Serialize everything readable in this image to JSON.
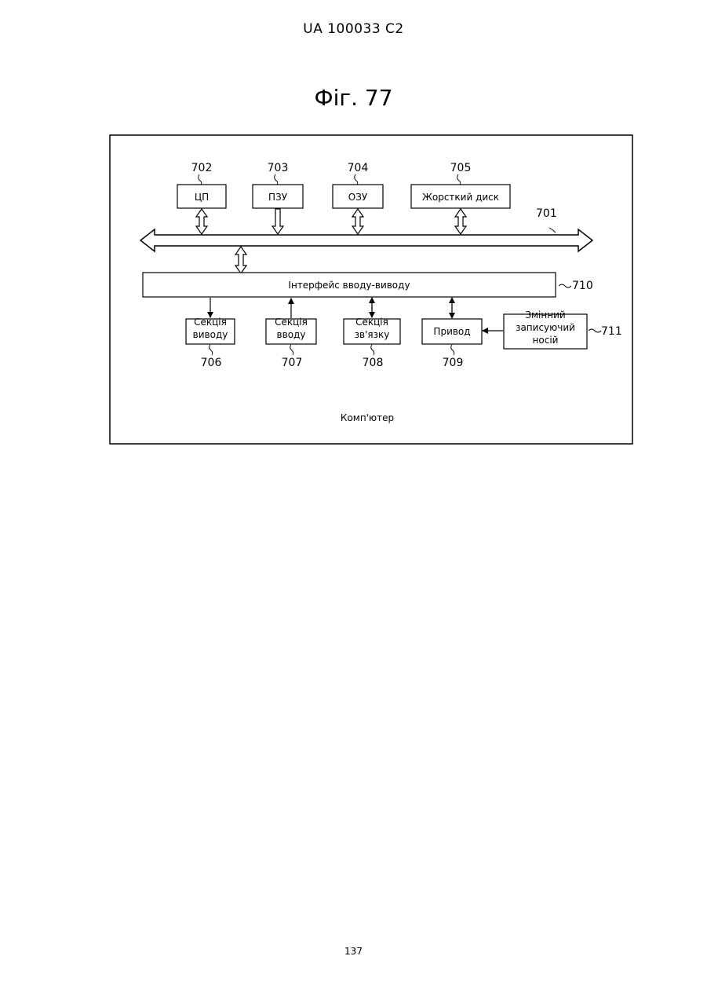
{
  "header": "UA   100033   C2",
  "figure_title": "Фіг. 77",
  "page_number": "137",
  "diagram": {
    "frame_label": "Комп'ютер",
    "bus_ref": "701",
    "io_interface": {
      "label": "Інтерфейс вводу-виводу",
      "ref": "710"
    },
    "top_blocks": [
      {
        "label": "ЦП",
        "ref": "702"
      },
      {
        "label": "ПЗУ",
        "ref": "703"
      },
      {
        "label": "ОЗУ",
        "ref": "704"
      },
      {
        "label": "Жорсткий диск",
        "ref": "705"
      }
    ],
    "bottom_blocks": [
      {
        "line1": "Секція",
        "line2": "виводу",
        "ref": "706"
      },
      {
        "line1": "Секція",
        "line2": "вводу",
        "ref": "707"
      },
      {
        "line1": "Секція",
        "line2": "зв'язку",
        "ref": "708"
      },
      {
        "line1": "Привод",
        "ref": "709"
      }
    ],
    "removable_media": {
      "line1": "Змінний",
      "line2": "записуючий",
      "line3": "носій",
      "ref": "711"
    }
  }
}
